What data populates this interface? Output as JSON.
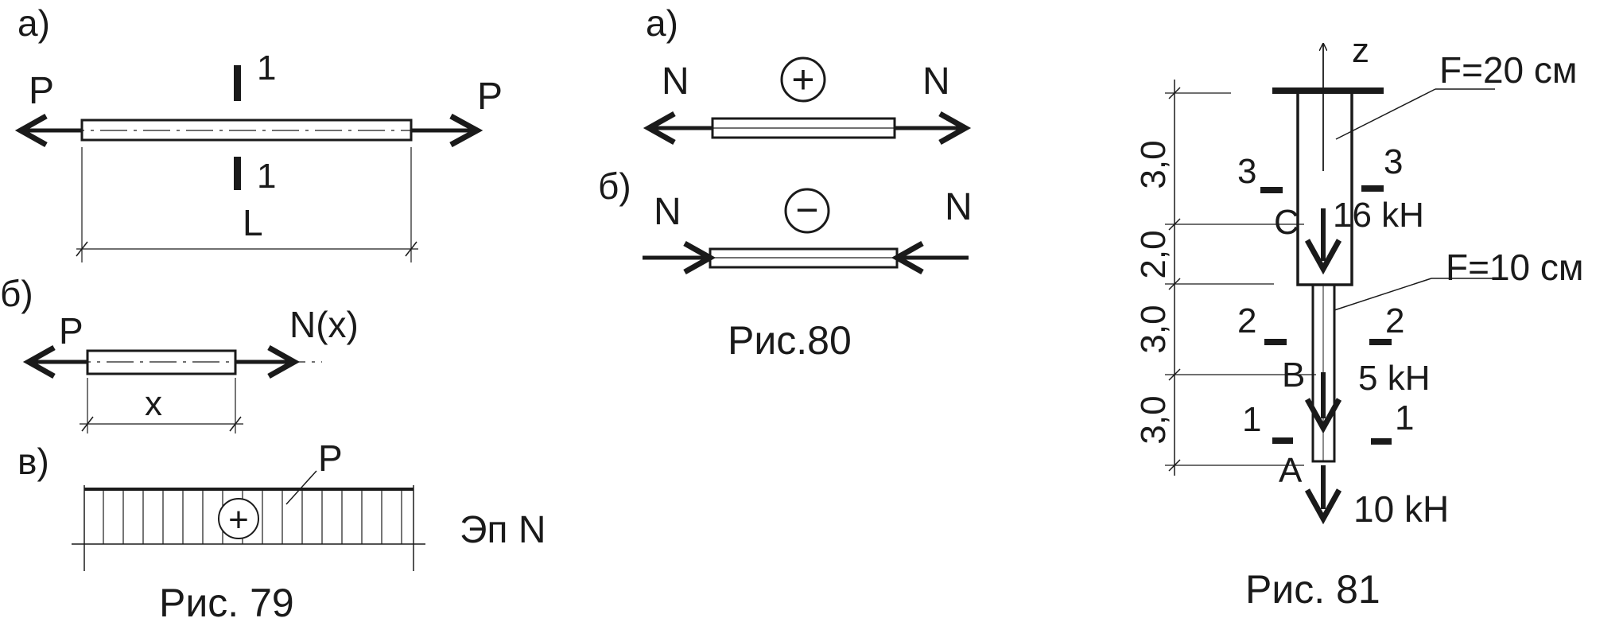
{
  "colors": {
    "ink": "#1a1a1a",
    "background": "#ffffff"
  },
  "fig79": {
    "caption": "Рис. 79",
    "a": {
      "label": "а)",
      "force_left": "P",
      "force_right": "P",
      "section_top": "1",
      "section_bottom": "1",
      "length": "L"
    },
    "b": {
      "label": "б)",
      "force_left": "P",
      "force_right": "N(x)",
      "dimension": "x"
    },
    "v": {
      "label": "в)",
      "leader": "P",
      "sign": "+",
      "diagram_title": "Эп N"
    }
  },
  "fig80": {
    "caption": "Рис.80",
    "a": {
      "label": "а)",
      "sign": "+",
      "force_left": "N",
      "force_right": "N"
    },
    "b": {
      "label": "б)",
      "sign": "−",
      "force_left": "N",
      "force_right": "N"
    }
  },
  "fig81": {
    "caption": "Рис. 81",
    "axis": "z",
    "area_top": "F=20 см",
    "area_bottom": "F=10 см",
    "dimensions": [
      "3,0",
      "2,0",
      "3,0",
      "3,0"
    ],
    "sections": {
      "s3_left": "3",
      "s3_right": "3",
      "s2_left": "2",
      "s2_right": "2",
      "s1_left": "1",
      "s1_right": "1"
    },
    "points": {
      "C": "C",
      "B": "B",
      "A": "A"
    },
    "loads": {
      "at_C": "16 kH",
      "at_B": "5 kH",
      "at_A": "10 kH"
    }
  }
}
